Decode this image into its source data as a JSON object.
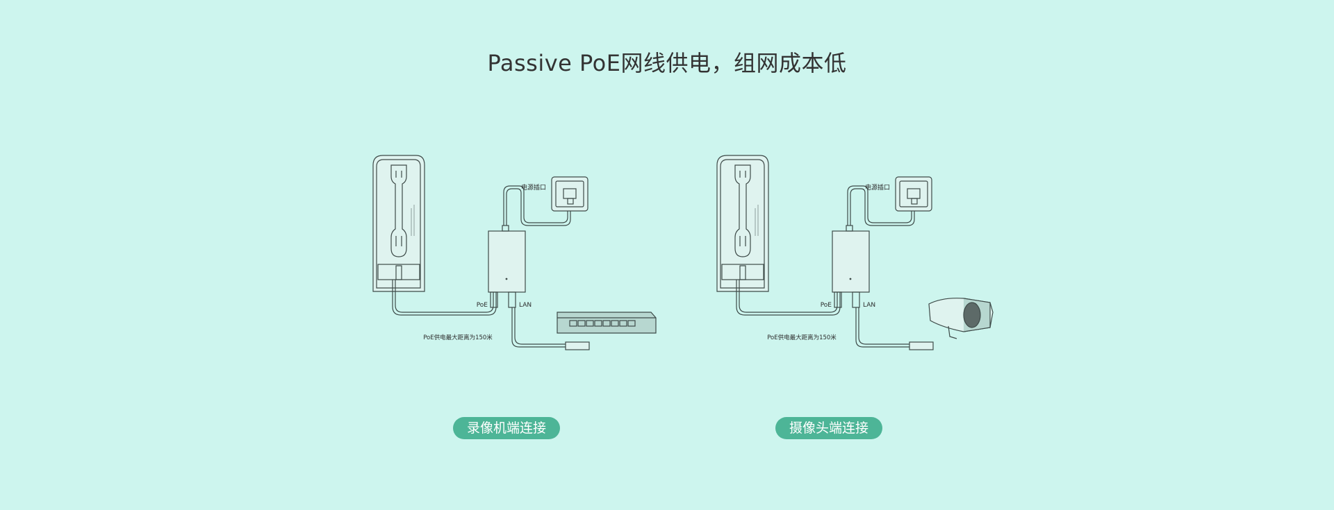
{
  "page": {
    "title": "Passive PoE网线供电，组网成本低"
  },
  "diagrams": [
    {
      "id": "left",
      "outlet_label": "电源插口",
      "poe_port_label": "PoE",
      "lan_port_label": "LAN",
      "cable_distance_label": "PoE供电最大距离为150米",
      "endpoint_device": "nvr-switch",
      "caption": "录像机端连接"
    },
    {
      "id": "right",
      "outlet_label": "电源插口",
      "poe_port_label": "PoE",
      "lan_port_label": "LAN",
      "cable_distance_label": "PoE供电最大距离为150米",
      "endpoint_device": "camera",
      "caption": "摄像头端连接"
    }
  ],
  "colors": {
    "background": "#cdf5ee",
    "device_fill": "#dff3ef",
    "line": "#3d4a48",
    "caption_button": "#4db597"
  }
}
